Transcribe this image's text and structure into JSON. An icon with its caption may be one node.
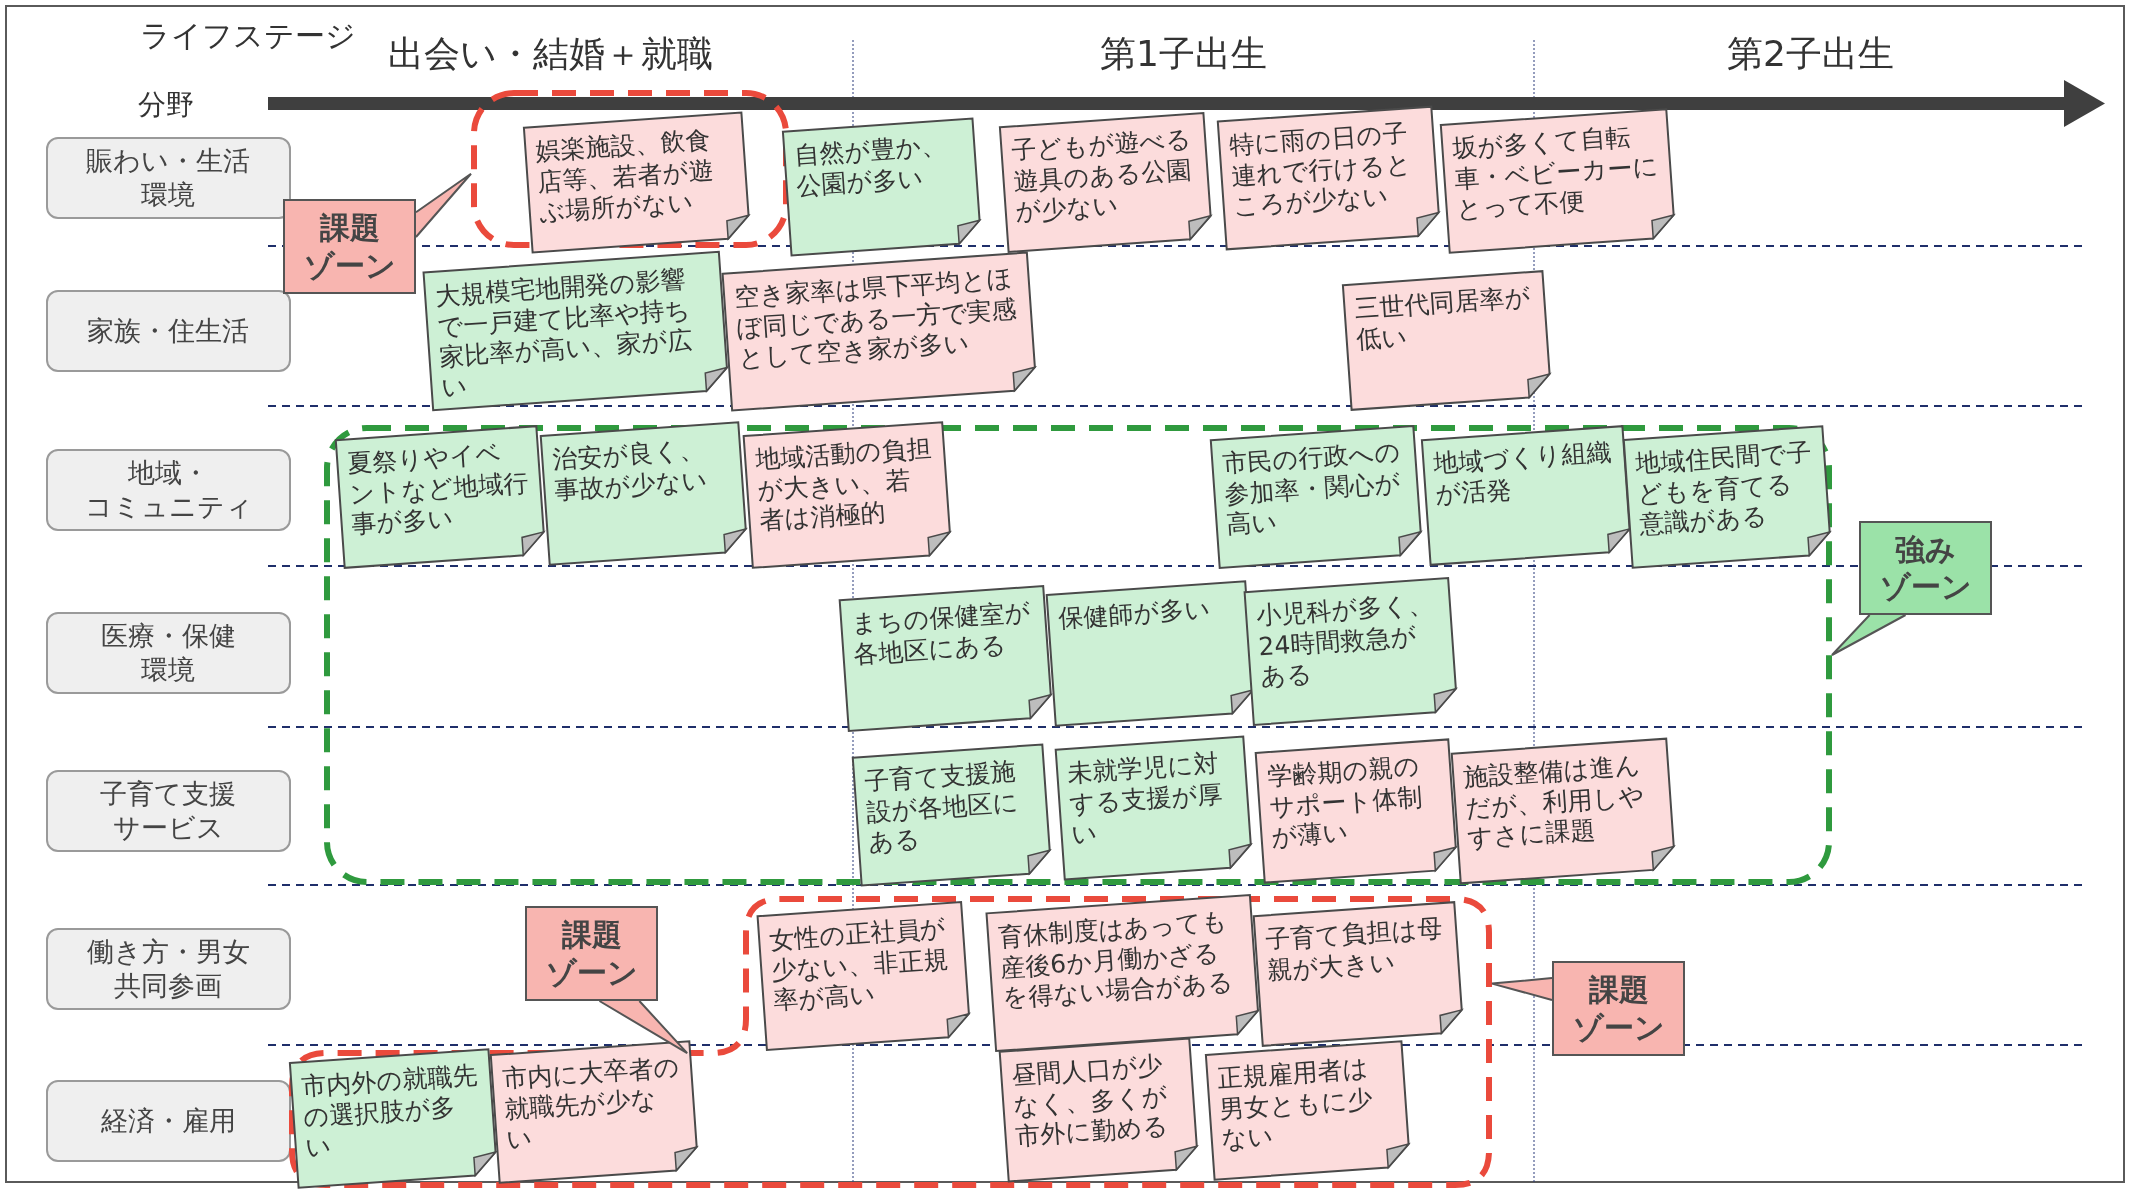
{
  "diagram": {
    "nodes": [
      {
        "text": [
          "賑わい・生活環境"
        ]
      },
      {
        "text": [
          "家族・住生活"
        ]
      },
      {
        "text": [
          "地域・コミュニティ"
        ]
      },
      {
        "text": [
          "医療・保健環境"
        ]
      },
      {
        "text": [
          "子育て支援サービス"
        ]
      },
      {
        "text": [
          "働き方・男女共同参画"
        ]
      },
      {
        "text": [
          "経済・雇用"
        ]
      },
      {
        "text": [],
        "shape": "box"
      },
      {
        "text": [
          "娯楽施設、飲食店等、若者が遊ぶ場所がない"
        ],
        "in": 7
      },
      {
        "text": [
          "自然が豊か、公園が多い"
        ]
      },
      {
        "text": [
          "子どもが遊べる遊具のある公園が少ない"
        ]
      },
      {
        "text": [
          "特に雨の日の子連れで行けるところが少ない"
        ]
      },
      {
        "text": [
          "坂が多くて自転車・ベビーカーにとって不便"
        ]
      },
      {
        "text": [
          "課題ゾーン"
        ]
      },
      {
        "text": [
          "大規模宅地開発の影響で一戸建て比率や持ち家比率が高い、家が広い"
        ]
      },
      {
        "text": [
          "空き家率は県下平均とほぼ同じである一方で実感として空き家が多い"
        ]
      },
      {
        "text": [
          "三世代同居率が低い"
        ]
      },
      {
        "text": [],
        "shape": "box"
      },
      {
        "text": [
          "夏祭りやイベントなど地域行事が多い"
        ],
        "in": 17
      },
      {
        "text": [
          "治安が良く、事故が少ない"
        ],
        "in": 17
      },
      {
        "text": [
          "地域活動の負担が大きい、若者は消極的"
        ],
        "in": 17
      },
      {
        "text": [
          "市民の行政への参加率・関心が高い"
        ],
        "in": 17
      },
      {
        "text": [
          "地域づくり組織が活発"
        ],
        "in": 17
      },
      {
        "text": [
          "地域住民間で子どもを育てる意識がある"
        ],
        "in": 17
      },
      {
        "text": [
          "強みゾーン"
        ]
      },
      {
        "text": [
          "まちの保健室が各地区にある"
        ],
        "in": 17
      },
      {
        "text": [
          "保健師が多い"
        ],
        "in": 17
      },
      {
        "text": [
          "小児科が多く、24時間救急がある"
        ],
        "in": 17
      },
      {
        "text": [
          "子育て支援施設が各地区にある"
        ],
        "in": 17
      },
      {
        "text": [
          "未就学児に対する支援が厚い"
        ],
        "in": 17
      },
      {
        "text": [
          "学齢期の親のサポート体制が薄い"
        ],
        "in": 17
      },
      {
        "text": [
          "施設整備は進んだが、利用しやすさに課題"
        ],
        "in": 17
      },
      {
        "text": [
          "課題ゾーン"
        ]
      },
      {
        "text": [],
        "shape": "box"
      },
      {
        "text": [
          "女性の正社員が少ない、非正規率が高い"
        ],
        "in": 33
      },
      {
        "text": [
          "育休制度はあっても産後6か月働かざるを得ない場合がある"
        ],
        "in": 33
      },
      {
        "text": [
          "子育て負担は母親が大きい"
        ],
        "in": 33
      },
      {
        "text": [
          "課題ゾーン"
        ]
      },
      {
        "text": [
          "市内外の就職先の選択肢が多い"
        ],
        "in": 33
      },
      {
        "text": [
          "市内に大卒者の就職先が少ない"
        ],
        "in": 33
      },
      {
        "text": [
          "昼間人口が少なく、多くが市外に勤める"
        ],
        "in": 33
      },
      {
        "text": [
          "正規雇用者は男女ともに少ない"
        ],
        "in": 33
      }
    ],
    "edges": [
      {
        "from": 13,
        "to": 7,
        "arrow": "none"
      },
      {
        "from": 24,
        "to": 17,
        "arrow": "none"
      },
      {
        "from": 32,
        "to": 33,
        "arrow": "none"
      },
      {
        "from": 37,
        "to": 33,
        "arrow": "none"
      }
    ],
    "labels": [
      "ライフステージ",
      "出会い・結婚＋就職",
      "第1子出生",
      "第2子出生",
      "分野"
    ]
  }
}
